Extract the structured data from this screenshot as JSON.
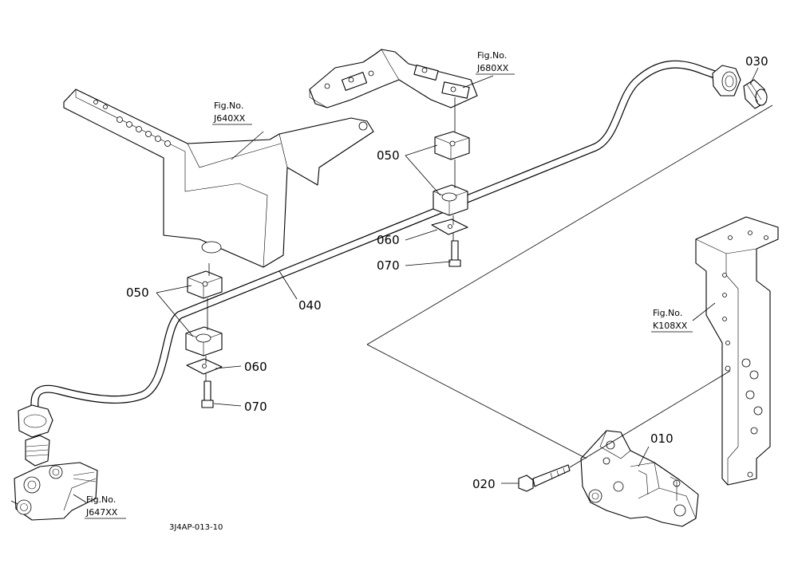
{
  "callouts": {
    "p010": "010",
    "p020": "020",
    "p030": "030",
    "p040": "040",
    "p050_upper": "050",
    "p050_lower": "050",
    "p060_upper": "060",
    "p060_lower": "060",
    "p070_upper": "070",
    "p070_lower": "070"
  },
  "figure_refs": {
    "j640": {
      "label": "Fig.No.",
      "number": "J640XX"
    },
    "j680": {
      "label": "Fig.No.",
      "number": "J680XX"
    },
    "k108": {
      "label": "Fig.No.",
      "number": "K108XX"
    },
    "j647": {
      "label": "Fig.No.",
      "number": "J647XX"
    }
  },
  "drawing_code": "3J4AP-013-10"
}
